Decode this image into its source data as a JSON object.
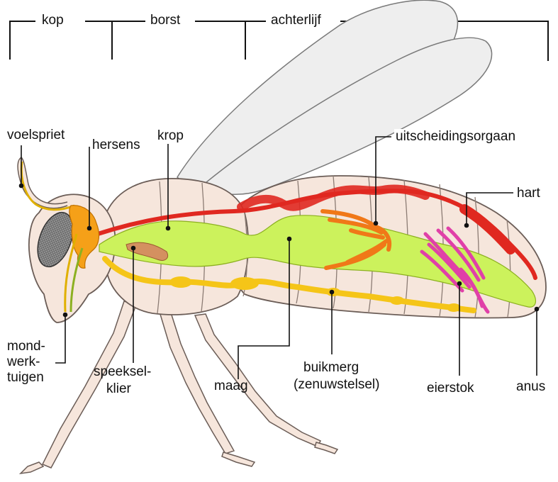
{
  "diagram": {
    "segments": {
      "head": "kop",
      "thorax": "borst",
      "abdomen": "achterlijf"
    },
    "labels": {
      "antenna": "voelspriet",
      "brain": "hersens",
      "crop": "krop",
      "excretory_organ": "uitscheidingsorgaan",
      "heart": "hart",
      "mouthparts_1": "mond-",
      "mouthparts_2": "werk-",
      "mouthparts_3": "tuigen",
      "salivary_gland_1": "speeksel-",
      "salivary_gland_2": "klier",
      "stomach": "maag",
      "nerve_cord_1": "buikmerg",
      "nerve_cord_2": "(zenuwstelsel)",
      "ovary": "eierstok",
      "anus": "anus"
    },
    "colors": {
      "body": "#f6e6dc",
      "body_outline": "#6b5d57",
      "wing": "#eeeeee",
      "gut": "#ccf25c",
      "nerve_cord": "#f5c518",
      "heart": "#e02820",
      "brain": "#f5a018",
      "salivary_gland": "#d49060",
      "excretory_organ": "#f07818",
      "ovary": "#e040a8",
      "eye": "#8a8a8a"
    }
  }
}
